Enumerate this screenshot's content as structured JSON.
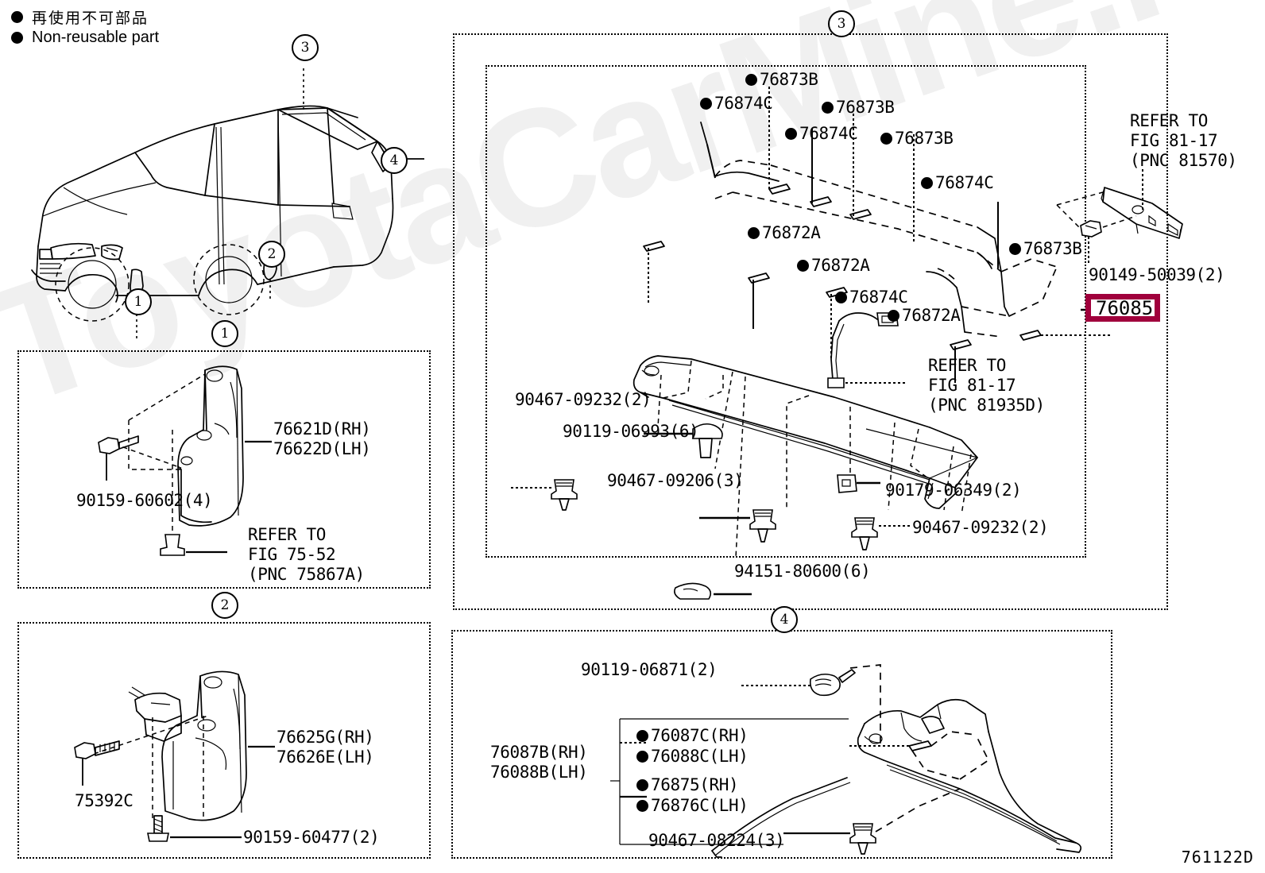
{
  "legend": {
    "japanese": "再使用不可部品",
    "english": "Non-reusable part",
    "marker_icon": "filled-circle-icon"
  },
  "figure_code": "761122D",
  "colors": {
    "highlight": "#A0003C",
    "line": "#000000",
    "background": "#FFFFFF"
  },
  "watermark": "ToyotaCarMine.ru",
  "vehicle_overview": {
    "callouts": [
      {
        "number": "1",
        "position": "front-fender-mudguard"
      },
      {
        "number": "2",
        "position": "rear-fender-mudguard"
      },
      {
        "number": "3",
        "position": "rear-roof-spoiler"
      },
      {
        "number": "4",
        "position": "rear-pillar-spoiler"
      }
    ]
  },
  "panels": [
    {
      "number": "1",
      "name": "front-mudguard-panel",
      "labels": [
        {
          "text": "76621D(RH)\n76622D(LH)",
          "kind": "part"
        },
        {
          "text": "90159-60602(4)",
          "kind": "fastener"
        },
        {
          "text": "REFER TO\nFIG 75-52\n(PNC 75867A)",
          "kind": "reference"
        }
      ]
    },
    {
      "number": "2",
      "name": "rear-mudguard-panel",
      "labels": [
        {
          "text": "76625G(RH)\n76626E(LH)",
          "kind": "part"
        },
        {
          "text": "75392C",
          "kind": "fastener"
        },
        {
          "text": "90159-60477(2)",
          "kind": "fastener"
        }
      ]
    },
    {
      "number": "3",
      "name": "roof-spoiler-panel",
      "labels": [
        {
          "text": "76873B",
          "kind": "clip",
          "nonreusable": true
        },
        {
          "text": "76874C",
          "kind": "clip",
          "nonreusable": true
        },
        {
          "text": "76873B",
          "kind": "clip",
          "nonreusable": true
        },
        {
          "text": "76874C",
          "kind": "clip",
          "nonreusable": true
        },
        {
          "text": "76873B",
          "kind": "clip",
          "nonreusable": true
        },
        {
          "text": "76874C",
          "kind": "clip",
          "nonreusable": true
        },
        {
          "text": "76872A",
          "kind": "clip",
          "nonreusable": true
        },
        {
          "text": "76872A",
          "kind": "clip",
          "nonreusable": true
        },
        {
          "text": "76874C",
          "kind": "clip",
          "nonreusable": true
        },
        {
          "text": "76872A",
          "kind": "clip",
          "nonreusable": true
        },
        {
          "text": "76873B",
          "kind": "clip",
          "nonreusable": true
        },
        {
          "text": "REFER TO\nFIG 81-17\n(PNC 81570)",
          "kind": "reference"
        },
        {
          "text": "90149-50039(2)",
          "kind": "fastener"
        },
        {
          "text": "76085",
          "kind": "highlighted-part"
        },
        {
          "text": "90467-09232(2)",
          "kind": "fastener"
        },
        {
          "text": "90119-06993(6)",
          "kind": "fastener"
        },
        {
          "text": "90467-09206(3)",
          "kind": "fastener"
        },
        {
          "text": "REFER TO\nFIG 81-17\n(PNC 81935D)",
          "kind": "reference"
        },
        {
          "text": "90179-06349(2)",
          "kind": "fastener"
        },
        {
          "text": "90467-09232(2)",
          "kind": "fastener"
        },
        {
          "text": "94151-80600(6)",
          "kind": "fastener"
        }
      ]
    },
    {
      "number": "4",
      "name": "rear-pillar-spoiler-panel",
      "labels": [
        {
          "text": "90119-06871(2)",
          "kind": "fastener"
        },
        {
          "text": "76087B(RH)\n76088B(LH)",
          "kind": "part"
        },
        {
          "text": "76087C(RH)",
          "kind": "clip",
          "nonreusable": true
        },
        {
          "text": "76088C(LH)",
          "kind": "clip",
          "nonreusable": true
        },
        {
          "text": "76875(RH)",
          "kind": "clip",
          "nonreusable": true
        },
        {
          "text": "76876C(LH)",
          "kind": "clip",
          "nonreusable": true
        },
        {
          "text": "90467-08224(3)",
          "kind": "fastener"
        }
      ]
    }
  ],
  "p1": {
    "num": "1",
    "part": "76621D(RH)\n76622D(LH)",
    "bolt": "90159-60602(4)",
    "refer": "REFER TO\nFIG 75-52\n(PNC 75867A)"
  },
  "p2": {
    "num": "2",
    "part": "76625G(RH)\n76626E(LH)",
    "screw": "75392C",
    "bolt": "90159-60477(2)"
  },
  "p3": {
    "num": "3",
    "c1": "76873B",
    "c2": "76874C",
    "c3": "76873B",
    "c4": "76874C",
    "c5": "76873B",
    "c6": "76874C",
    "c7": "76872A",
    "c8": "76872A",
    "c9": "76874C",
    "c10": "76872A",
    "c11": "76873B",
    "refer1": "REFER TO\nFIG 81-17\n(PNC 81570)",
    "bolt1": "90149-50039(2)",
    "highlight": "76085",
    "f1": "90467-09232(2)",
    "f2": "90119-06993(6)",
    "f3": "90467-09206(3)",
    "refer2": "REFER TO\nFIG 81-17\n(PNC 81935D)",
    "f4": "90179-06349(2)",
    "f5": "90467-09232(2)",
    "f6": "94151-80600(6)"
  },
  "p4": {
    "num": "4",
    "f1": "90119-06871(2)",
    "part": "76087B(RH)\n76088B(LH)",
    "c1": "76087C(RH)",
    "c2": "76088C(LH)",
    "c3": "76875(RH)",
    "c4": "76876C(LH)",
    "f2": "90467-08224(3)"
  },
  "callout_numbers": {
    "n1": "1",
    "n2": "2",
    "n3": "3",
    "n4": "4"
  }
}
